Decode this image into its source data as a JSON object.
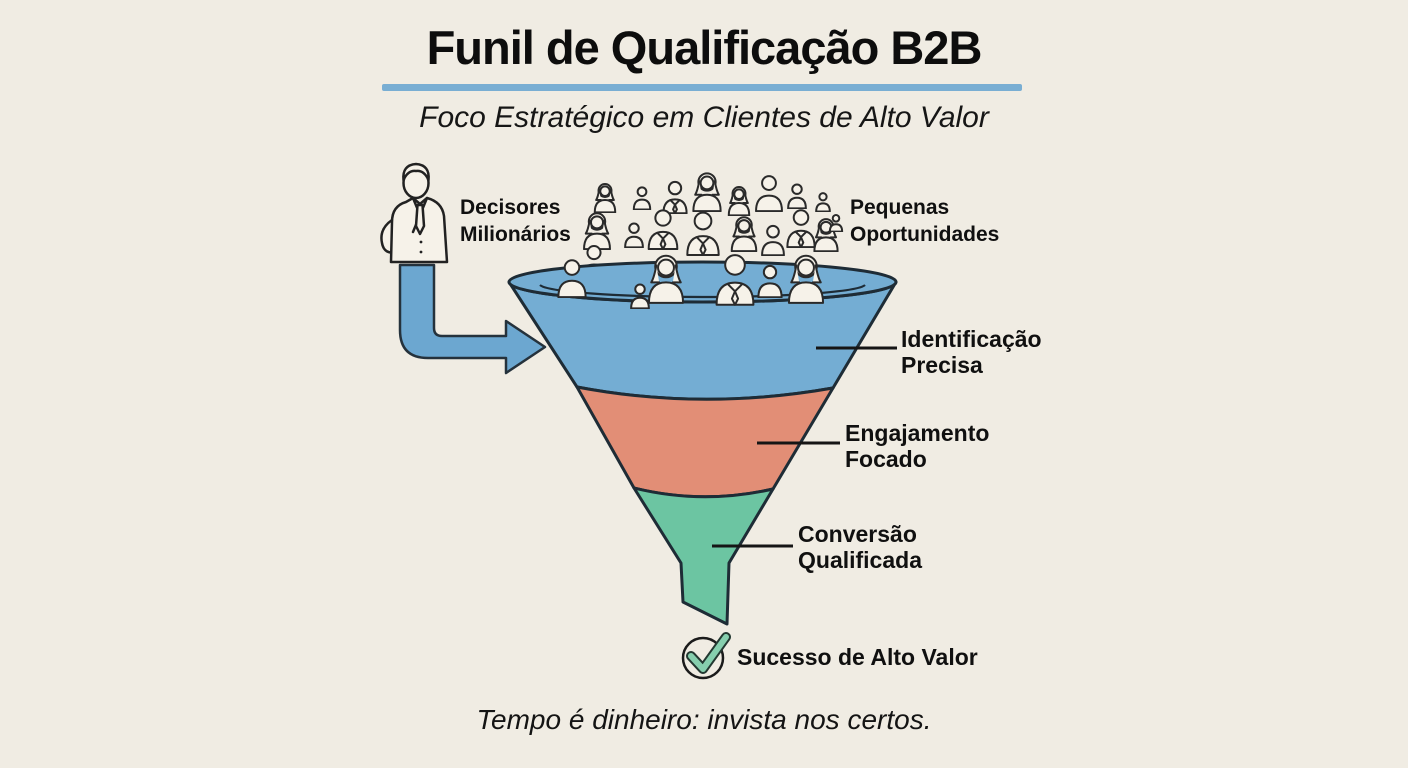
{
  "header": {
    "title": "Funil de Qualificação B2B",
    "subtitle": "Foco Estratégico em Clientes de Alto Valor"
  },
  "sources": {
    "left": {
      "label": "Decisores Milionários",
      "icon": "businessman-icon"
    },
    "right": {
      "label": "Pequenas Oportunidades",
      "icon": "crowd-person-icon"
    }
  },
  "funnel": {
    "stages": [
      {
        "label": "Identificação Precisa",
        "color": "#74add3"
      },
      {
        "label": "Engajamento Focado",
        "color": "#e28e76"
      },
      {
        "label": "Conversão Qualificada",
        "color": "#6cc5a2"
      }
    ]
  },
  "outcome": {
    "label": "Sucesso de Alto Valor",
    "icon": "check-circle-icon",
    "check_color": "#86cfae"
  },
  "footer": {
    "caption": "Tempo é dinheiro: invista nos certos."
  },
  "icons": {
    "left_source": "businessman-icon",
    "crowd": "person-icon",
    "flow": "curved-arrow-icon",
    "outcome": "check-circle-icon"
  },
  "colors": {
    "background": "#f0ece3",
    "underline": "#79aed3",
    "arrow": "#6ca7d0",
    "outline": "#1e2c36",
    "icon_stroke": "#222222",
    "text": "#111111"
  }
}
